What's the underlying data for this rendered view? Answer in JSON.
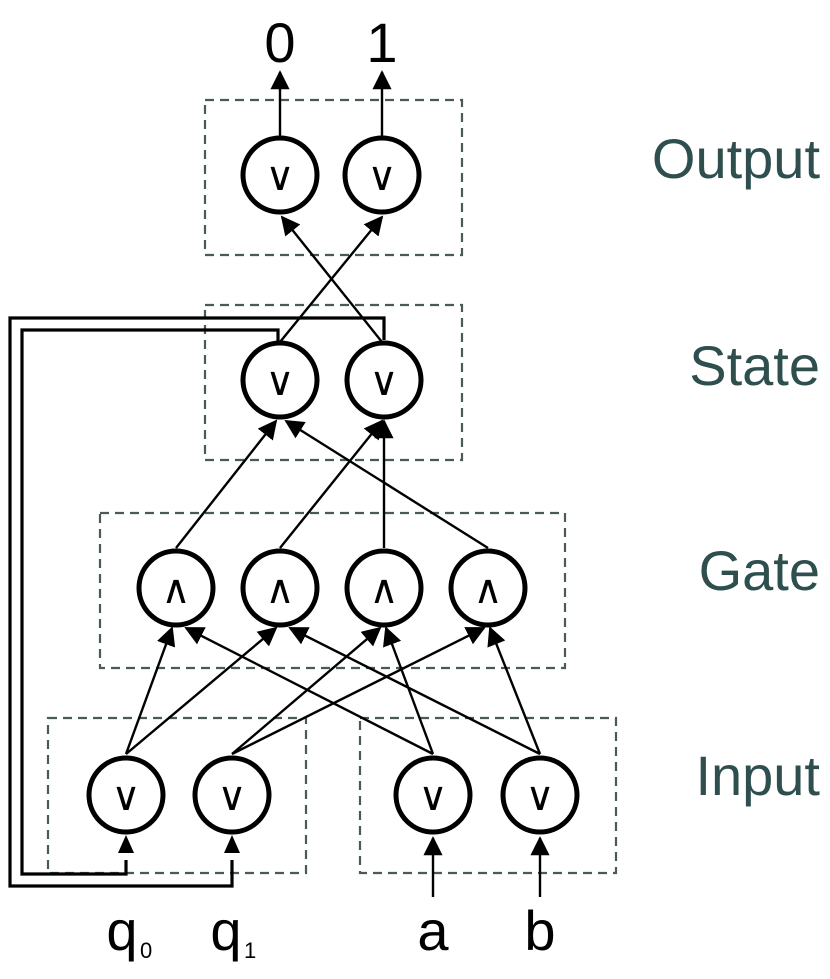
{
  "layers": {
    "output": "Output",
    "state": "State",
    "gate": "Gate",
    "input": "Input"
  },
  "outputs": [
    "0",
    "1"
  ],
  "inputs": {
    "q0": {
      "base": "q",
      "sub": "0"
    },
    "q1": {
      "base": "q",
      "sub": "1"
    },
    "a": "a",
    "b": "b"
  },
  "symbols": {
    "or": "∨",
    "and": "∧"
  }
}
